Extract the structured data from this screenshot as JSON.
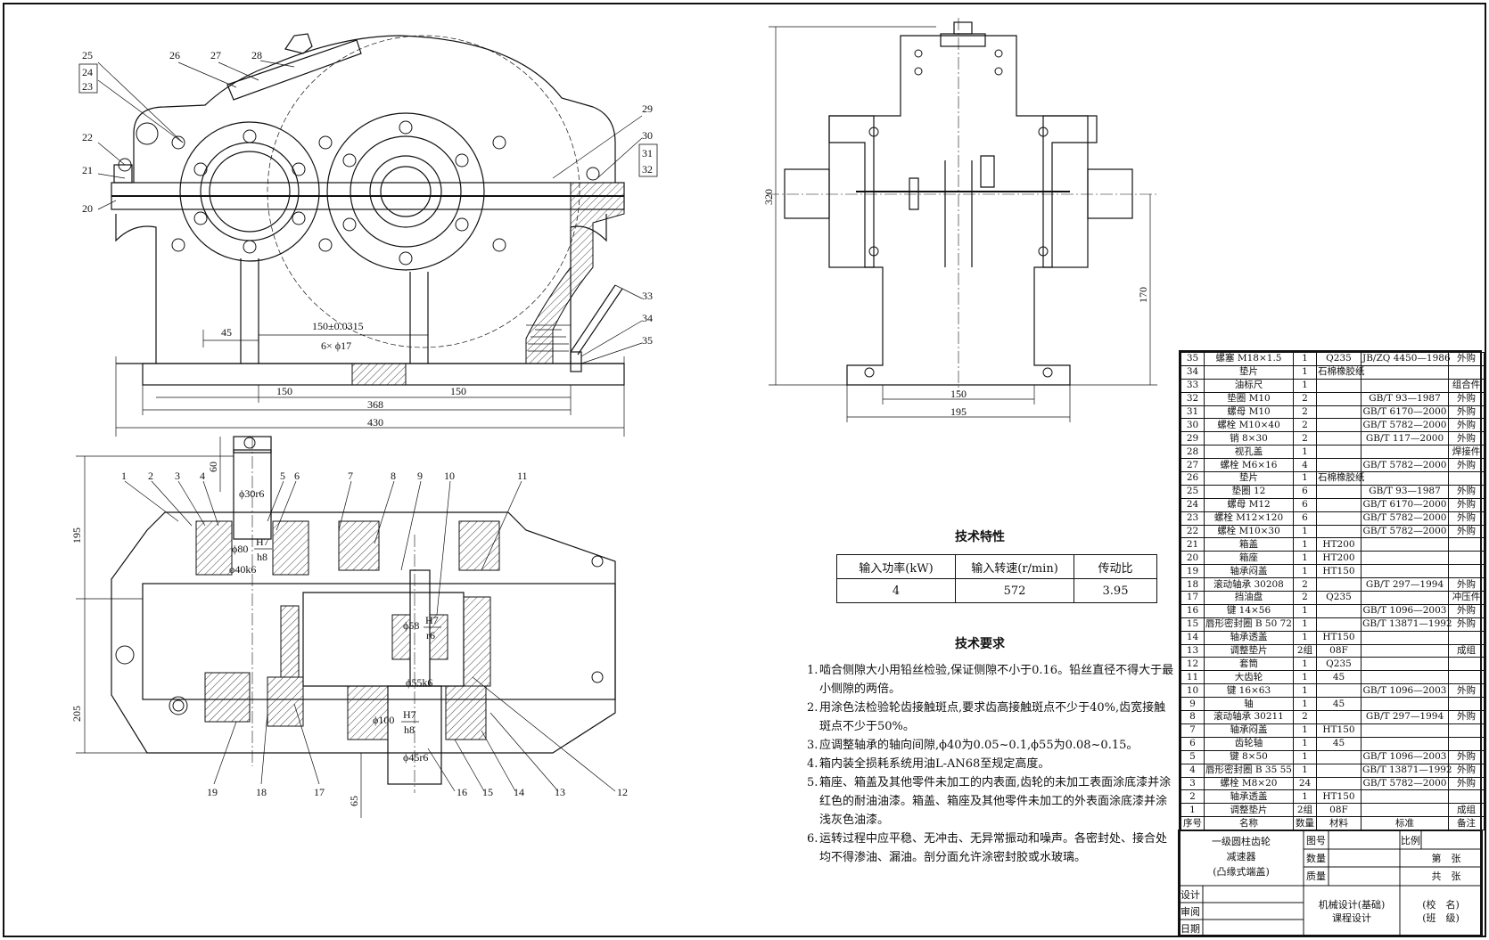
{
  "callouts": {
    "front_left": [
      "25",
      "24",
      "23",
      "26",
      "27",
      "28",
      "22",
      "21",
      "20"
    ],
    "front_right": [
      "29",
      "30",
      "31",
      "32",
      "33",
      "34",
      "35"
    ],
    "top_top": [
      "1",
      "2",
      "3",
      "4",
      "5",
      "6",
      "7",
      "8",
      "9",
      "10",
      "11"
    ],
    "top_bottom": [
      "19",
      "18",
      "17",
      "16",
      "15",
      "14",
      "13",
      "12"
    ]
  },
  "dimensions": {
    "front": {
      "d45": "45",
      "hole_pitch": "150±0.0315",
      "holes": "6× ϕ17",
      "d150a": "150",
      "d150b": "150",
      "d368": "368",
      "d430": "430"
    },
    "side": {
      "height": "320",
      "d170": "170",
      "d150": "150",
      "d195": "195"
    },
    "top": {
      "d60": "60",
      "d195": "195",
      "d205": "205",
      "d65": "65",
      "shaft_in": "ϕ30r6",
      "fit1": "ϕ80",
      "fit1_h": "H7",
      "fit1_b": "h8",
      "bear_in": "ϕ40k6",
      "shaft_mid": "ϕ58",
      "fit2_h": "H7",
      "fit2_b": "r6",
      "bear_out": "ϕ55k6",
      "fit3": "ϕ100",
      "fit3_h": "H7",
      "fit3_b": "h8",
      "shaft_out": "ϕ45r6"
    }
  },
  "spec": {
    "title": "技术特性",
    "headers": [
      "输入功率(kW)",
      "输入转速(r/min)",
      "传动比"
    ],
    "values": [
      "4",
      "572",
      "3.95"
    ]
  },
  "requirements": {
    "title": "技术要求",
    "items": [
      {
        "num": "1.",
        "text": "啮合侧隙大小用铅丝检验,保证侧隙不小于0.16。铅丝直径不得大于最小侧隙的两倍。"
      },
      {
        "num": "2.",
        "text": "用涂色法检验轮齿接触斑点,要求齿高接触斑点不少于40%,齿宽接触斑点不少于50%。"
      },
      {
        "num": "3.",
        "text": "应调整轴承的轴向间隙,ϕ40为0.05~0.1,ϕ55为0.08~0.15。"
      },
      {
        "num": "4.",
        "text": "箱内装全损耗系统用油L-AN68至规定高度。"
      },
      {
        "num": "5.",
        "text": "箱座、箱盖及其他零件未加工的内表面,齿轮的未加工表面涂底漆并涂红色的耐油油漆。箱盖、箱座及其他零件未加工的外表面涂底漆并涂浅灰色油漆。"
      },
      {
        "num": "6.",
        "text": "运转过程中应平稳、无冲击、无异常振动和噪声。各密封处、接合处均不得渗油、漏油。剖分面允许涂密封胶或水玻璃。"
      }
    ]
  },
  "parts": [
    [
      "35",
      "螺塞 M18×1.5",
      "1",
      "Q235",
      "JB/ZQ 4450—1986",
      "外购"
    ],
    [
      "34",
      "垫片",
      "1",
      "石棉橡胶纸",
      "",
      ""
    ],
    [
      "33",
      "油标尺",
      "1",
      "",
      "",
      "组合件"
    ],
    [
      "32",
      "垫圈 M10",
      "2",
      "",
      "GB/T 93—1987",
      "外购"
    ],
    [
      "31",
      "螺母 M10",
      "2",
      "",
      "GB/T 6170—2000",
      "外购"
    ],
    [
      "30",
      "螺栓 M10×40",
      "2",
      "",
      "GB/T 5782—2000",
      "外购"
    ],
    [
      "29",
      "销 8×30",
      "2",
      "",
      "GB/T 117—2000",
      "外购"
    ],
    [
      "28",
      "视孔盖",
      "1",
      "",
      "",
      "焊接件"
    ],
    [
      "27",
      "螺栓 M6×16",
      "4",
      "",
      "GB/T 5782—2000",
      "外购"
    ],
    [
      "26",
      "垫片",
      "1",
      "石棉橡胶纸",
      "",
      ""
    ],
    [
      "25",
      "垫圈 12",
      "6",
      "",
      "GB/T 93—1987",
      "外购"
    ],
    [
      "24",
      "螺母 M12",
      "6",
      "",
      "GB/T 6170—2000",
      "外购"
    ],
    [
      "23",
      "螺栓 M12×120",
      "6",
      "",
      "GB/T 5782—2000",
      "外购"
    ],
    [
      "22",
      "螺栓 M10×30",
      "1",
      "",
      "GB/T 5782—2000",
      "外购"
    ],
    [
      "21",
      "箱盖",
      "1",
      "HT200",
      "",
      ""
    ],
    [
      "20",
      "箱座",
      "1",
      "HT200",
      "",
      ""
    ],
    [
      "19",
      "轴承闷盖",
      "1",
      "HT150",
      "",
      ""
    ],
    [
      "18",
      "滚动轴承 30208",
      "2",
      "",
      "GB/T 297—1994",
      "外购"
    ],
    [
      "17",
      "挡油盘",
      "2",
      "Q235",
      "",
      "冲压件"
    ],
    [
      "16",
      "键 14×56",
      "1",
      "",
      "GB/T 1096—2003",
      "外购"
    ],
    [
      "15",
      "唇形密封圈 B 50 72",
      "1",
      "",
      "GB/T 13871—1992",
      "外购"
    ],
    [
      "14",
      "轴承透盖",
      "1",
      "HT150",
      "",
      ""
    ],
    [
      "13",
      "调整垫片",
      "2组",
      "08F",
      "",
      "成组"
    ],
    [
      "12",
      "套筒",
      "1",
      "Q235",
      "",
      ""
    ],
    [
      "11",
      "大齿轮",
      "1",
      "45",
      "",
      ""
    ],
    [
      "10",
      "键 16×63",
      "1",
      "",
      "GB/T 1096—2003",
      "外购"
    ],
    [
      "9",
      "轴",
      "1",
      "45",
      "",
      ""
    ],
    [
      "8",
      "滚动轴承 30211",
      "2",
      "",
      "GB/T 297—1994",
      "外购"
    ],
    [
      "7",
      "轴承闷盖",
      "1",
      "HT150",
      "",
      ""
    ],
    [
      "6",
      "齿轮轴",
      "1",
      "45",
      "",
      ""
    ],
    [
      "5",
      "键 8×50",
      "1",
      "",
      "GB/T 1096—2003",
      "外购"
    ],
    [
      "4",
      "唇形密封圈 B 35 55",
      "1",
      "",
      "GB/T 13871—1992",
      "外购"
    ],
    [
      "3",
      "螺栓 M8×20",
      "24",
      "",
      "GB/T 5782—2000",
      "外购"
    ],
    [
      "2",
      "轴承透盖",
      "1",
      "HT150",
      "",
      ""
    ],
    [
      "1",
      "调整垫片",
      "2组",
      "08F",
      "",
      "成组"
    ]
  ],
  "parts_header": [
    "序号",
    "名称",
    "数量",
    "材料",
    "标准",
    "备注"
  ],
  "title_block": {
    "name": [
      "一级圆柱齿轮",
      "减速器",
      "(凸缘式端盖)"
    ],
    "fig_no": "图号",
    "scale": "比例",
    "qty": "数量",
    "sheet": "第　张",
    "mass": "质量",
    "total": "共　张",
    "design": "设计",
    "review": "审阅",
    "date": "日期",
    "course": [
      "机械设计(基础)",
      "课程设计"
    ],
    "school": [
      "(校　名)",
      "(班　级)"
    ]
  }
}
